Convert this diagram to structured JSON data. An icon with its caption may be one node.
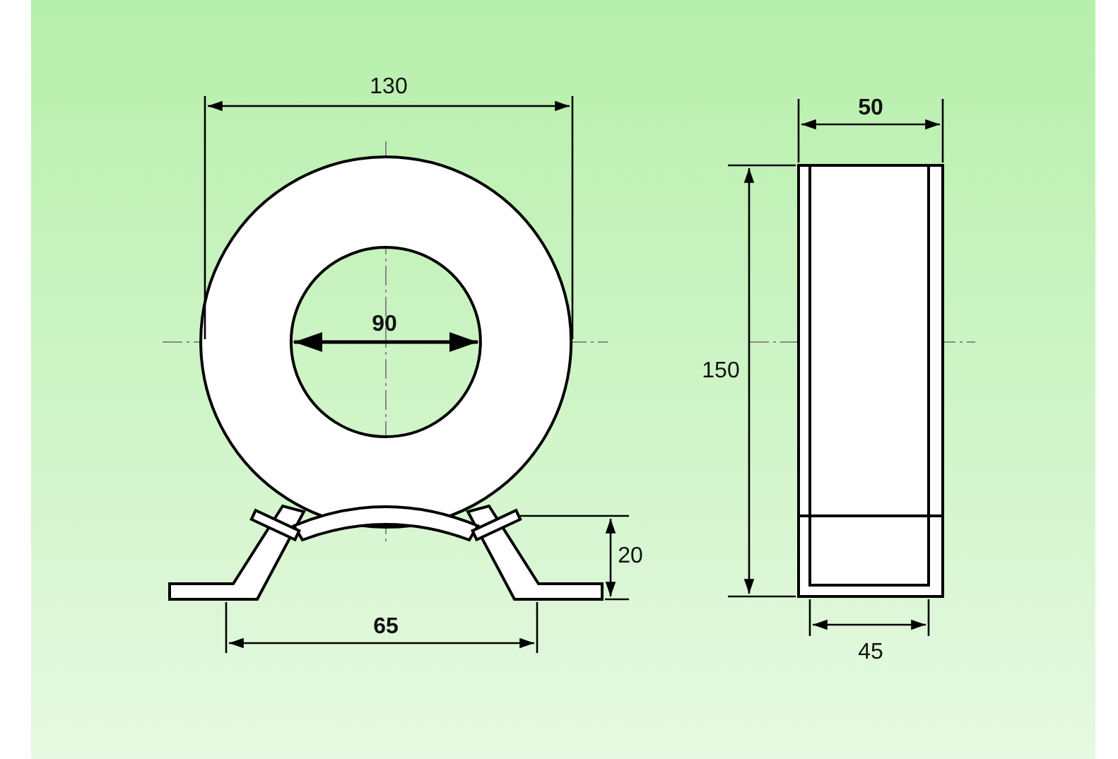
{
  "diagram": {
    "labels": [
      "130",
      "50",
      "90",
      "150",
      "20",
      "65",
      "45"
    ]
  }
}
